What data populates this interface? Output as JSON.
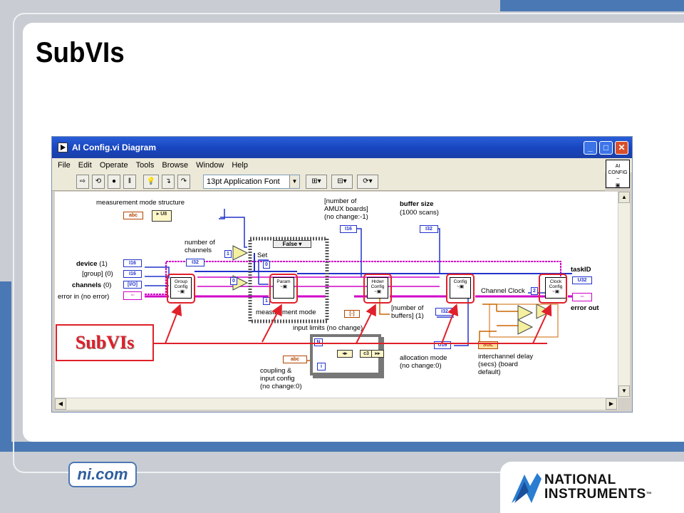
{
  "slide": {
    "title": "SubVIs",
    "ni_badge": "ni.com",
    "brand_line1": "NATIONAL",
    "brand_line2": "INSTRUMENTS",
    "brand_tm": "™",
    "callout": "SubVIs"
  },
  "window": {
    "title": "AI Config.vi Diagram",
    "menu": [
      "File",
      "Edit",
      "Operate",
      "Tools",
      "Browse",
      "Window",
      "Help"
    ],
    "font_selector": "13pt Application Font",
    "vi_icon_label": "AI CONFIG"
  },
  "diagram": {
    "labels": {
      "measurement_mode_structure": "measurement mode structure",
      "number_of_amux": "[number of\nAMUX boards]\n(no change:-1)",
      "buffer_size": "buffer size",
      "buffer_scans": "(1000 scans)",
      "number_of_channels": "number of\nchannels",
      "task_id": "taskID",
      "device": "device",
      "device_default": "(1)",
      "group": "[group] (0)",
      "channels": "channels",
      "channels_default": "(0)",
      "error_in": "error in (no error)",
      "error_out": "error out",
      "case_selector": "False",
      "set": "Set",
      "measurement_mode": "measurement mode",
      "channel_clock": "Channel Clock",
      "number_of_buffers": "[number of\nbuffers] (1)",
      "input_limits": "input limits (no change)",
      "allocation_mode": "allocation mode\n(no change:0)",
      "interchannel_delay": "interchannel delay\n(secs) (board\ndefault)",
      "coupling": "coupling &\ninput config\n(no change:0)"
    },
    "subvis": {
      "group_config": "Group Config",
      "param": "Param",
      "hrdwr_config": "Hrdwr Config",
      "config": "Config",
      "clock_config": "Clock Config"
    },
    "terminals": {
      "i16": "I16",
      "i32": "I32",
      "u16": "U16",
      "u32": "U32",
      "io": "[I/O]",
      "sgl": "SGL",
      "abc": "abc"
    },
    "constants": {
      "one": "1",
      "zero": "0",
      "two": "2"
    }
  }
}
